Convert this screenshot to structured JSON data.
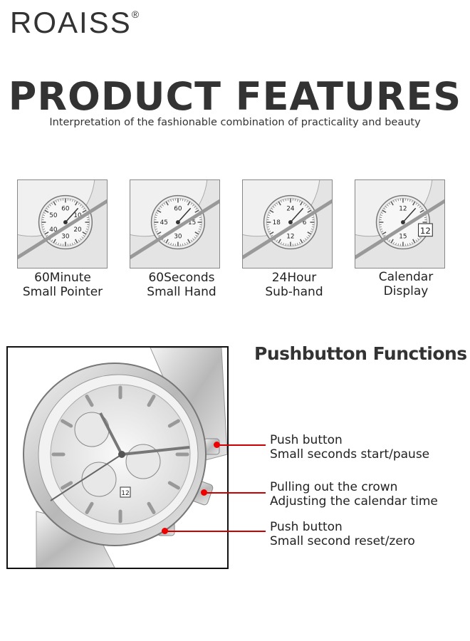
{
  "brand": {
    "name": "ROAISS",
    "mark": "®"
  },
  "header": {
    "title": "PRODUCT FEATURES",
    "subtitle": "Interpretation of the fashionable combination of practicality and beauty"
  },
  "features": [
    {
      "line1": "60Minute",
      "line2": "Small Pointer",
      "dial_numbers": [
        "60",
        "10",
        "20",
        "30",
        "40",
        "50"
      ]
    },
    {
      "line1": "60Seconds",
      "line2": "Small Hand",
      "dial_numbers": [
        "60",
        "15",
        "30",
        "45"
      ]
    },
    {
      "line1": "24Hour",
      "line2": "Sub-hand",
      "dial_numbers": [
        "24",
        "6",
        "12",
        "18"
      ]
    },
    {
      "line1": "Calendar",
      "line2": "Display",
      "dial_numbers": [
        "12",
        "15"
      ],
      "date": "12"
    }
  ],
  "pushbutton": {
    "title": "Pushbutton Functions",
    "callouts": [
      {
        "line1": "Push button",
        "line2": "Small seconds start/pause"
      },
      {
        "line1": "Pulling out the crown",
        "line2": "Adjusting the calendar time"
      },
      {
        "line1": "Push button",
        "line2": "Small second reset/zero"
      }
    ],
    "date": "12"
  },
  "colors": {
    "accent": "#cc0000",
    "text": "#333333"
  }
}
